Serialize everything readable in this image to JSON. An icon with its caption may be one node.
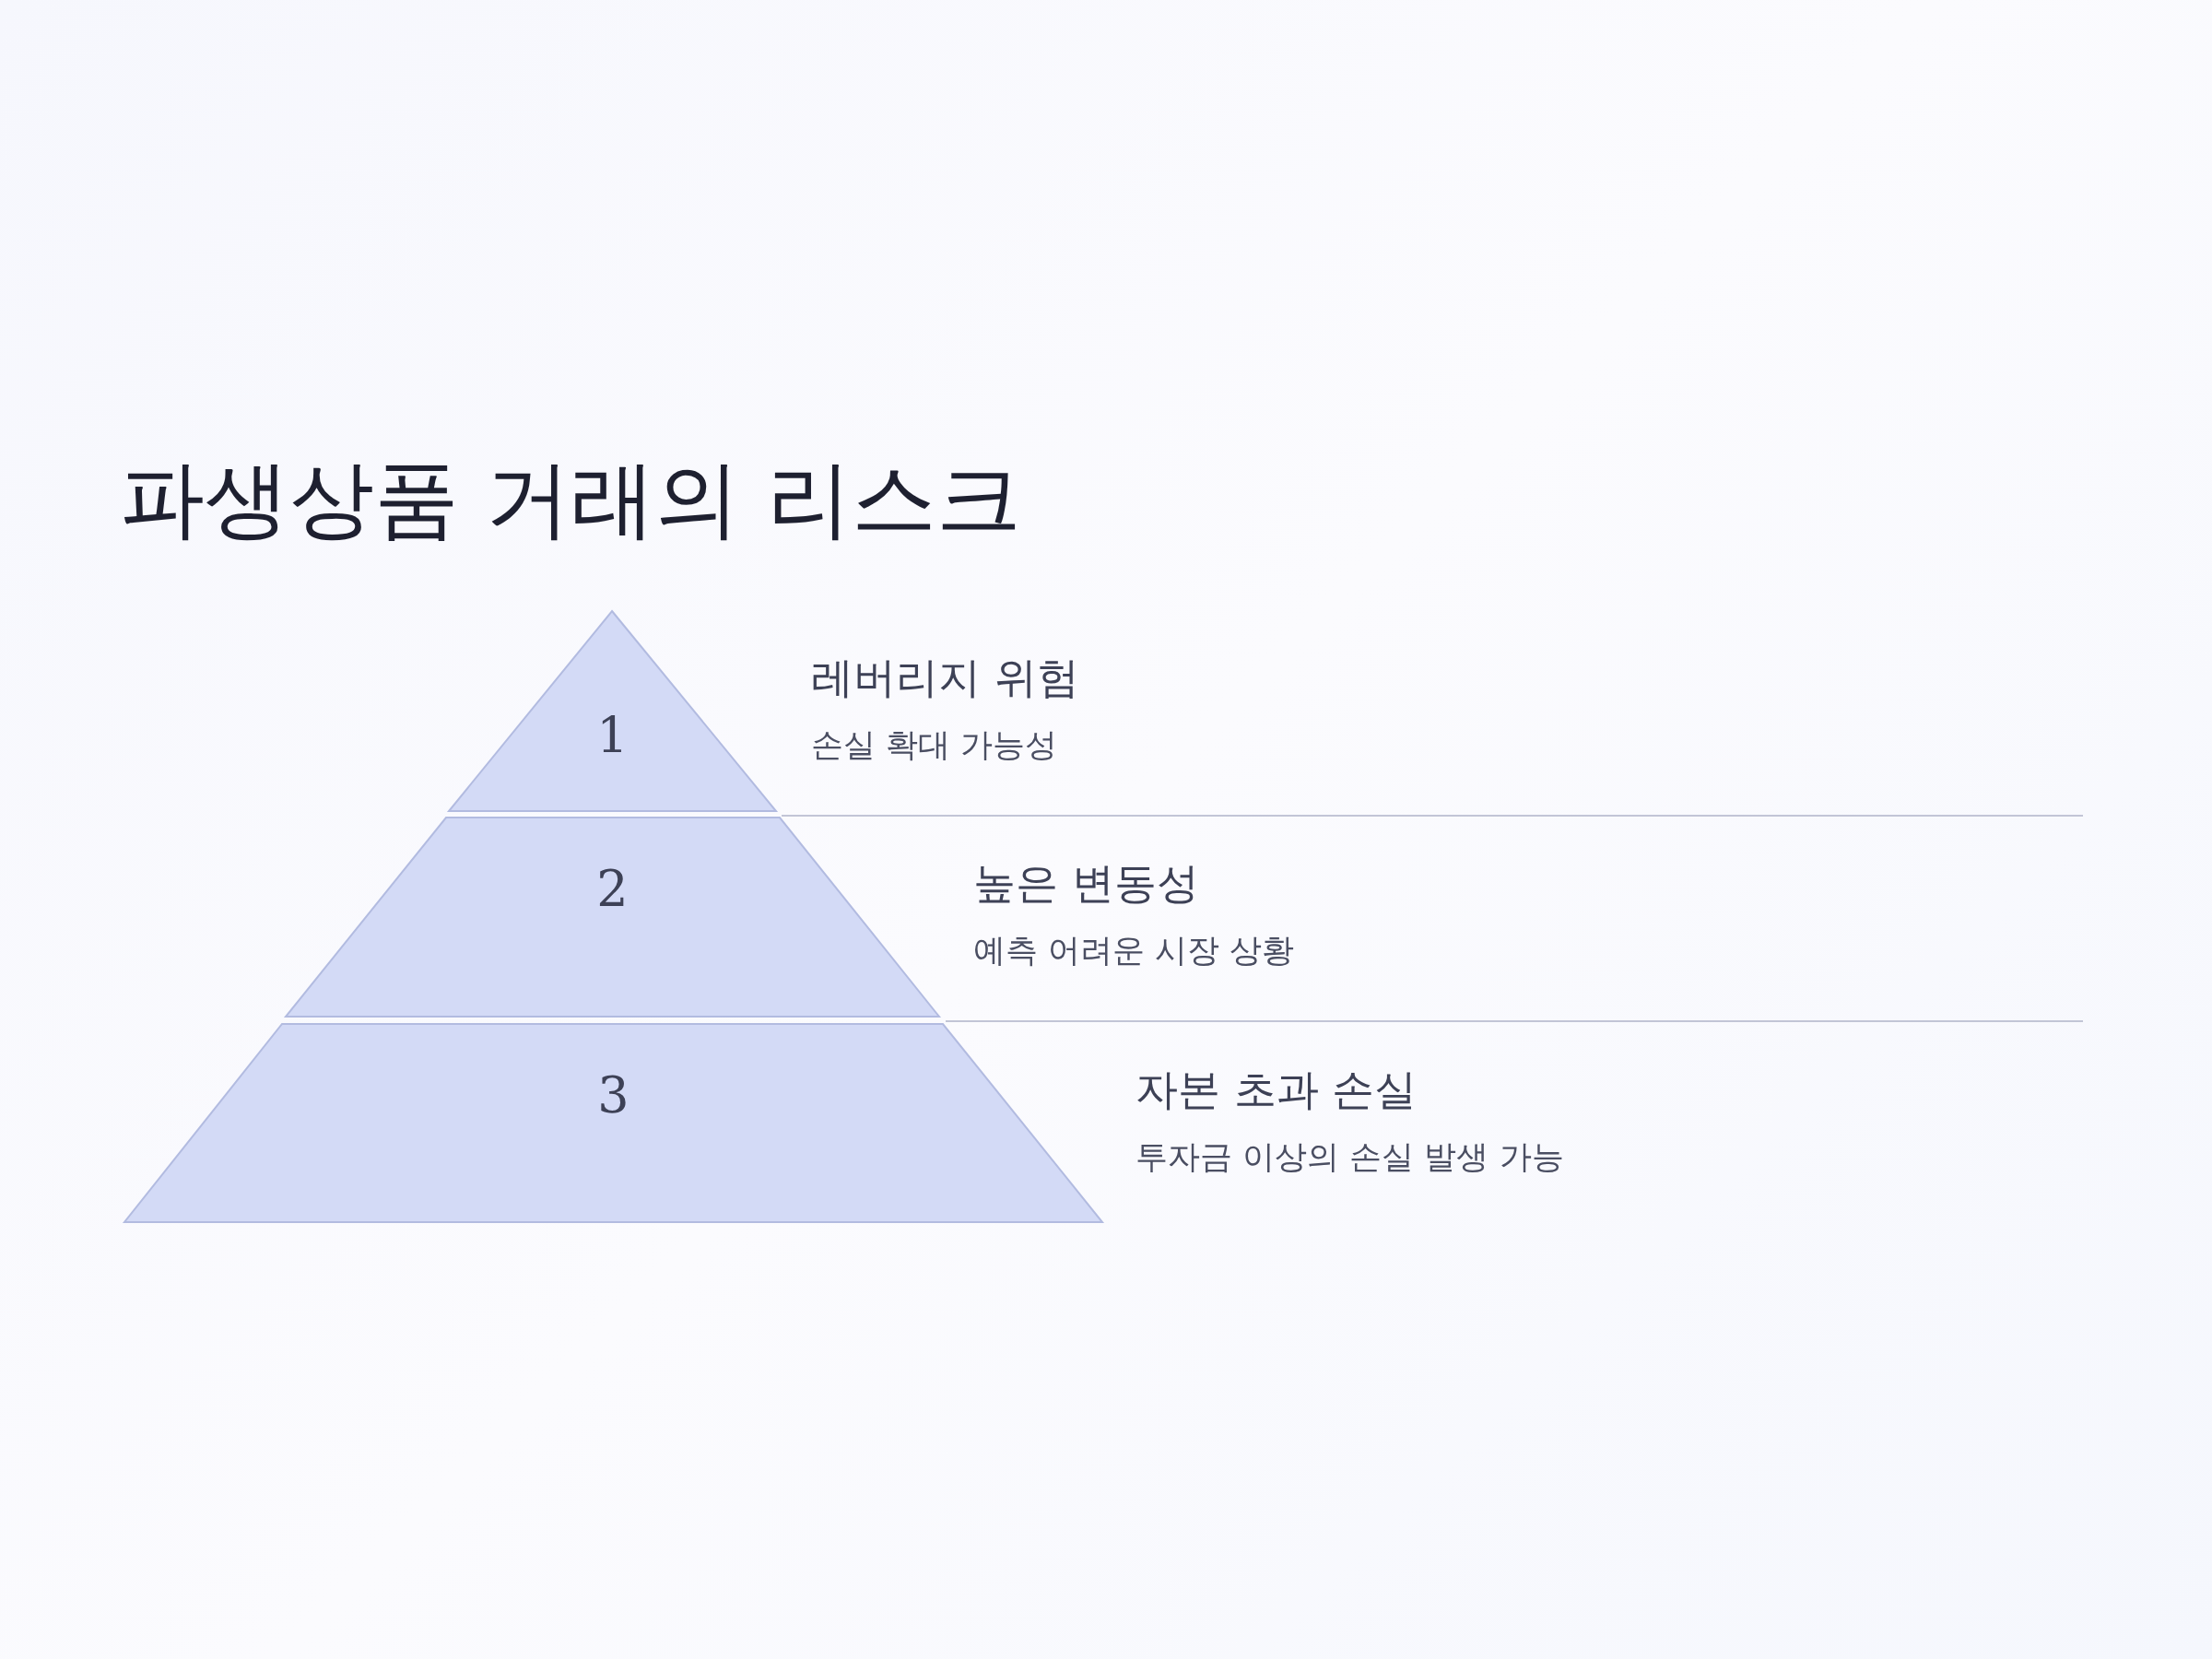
{
  "diagram": {
    "title": "파생상품 거래의 리스크",
    "nodes": [
      {
        "text": [
          "1"
        ],
        "beside": [
          "레버리지 위험",
          "손실 확대 가능성"
        ]
      },
      {
        "text": [
          "2"
        ],
        "beside": [
          "높은 변동성",
          "예측 어려운 시장 상황"
        ]
      },
      {
        "text": [
          "3"
        ],
        "beside": [
          "자본 초과 손실",
          "투자금 이상의 손실 발생 가능"
        ]
      }
    ]
  }
}
